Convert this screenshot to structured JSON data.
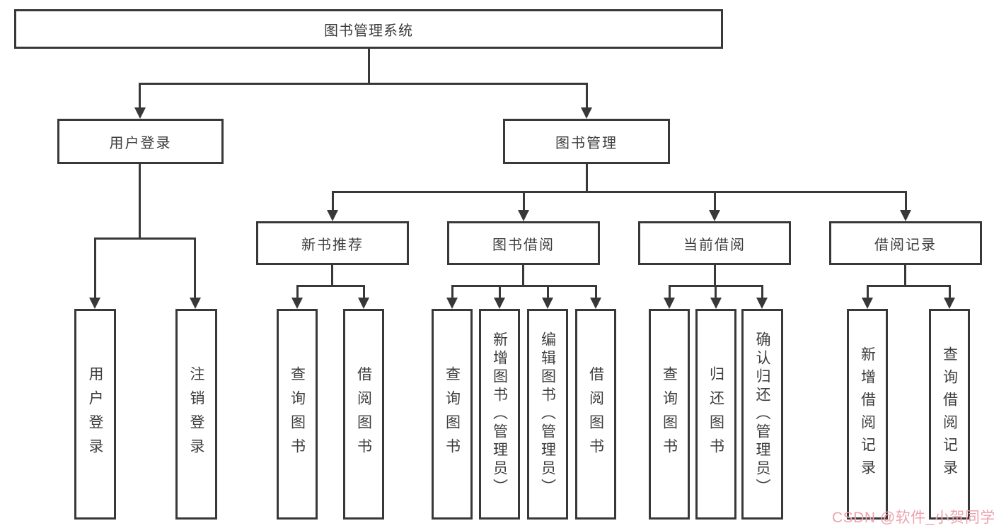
{
  "diagram": {
    "root": {
      "label": "图书管理系统"
    },
    "level2": [
      {
        "label": "用户登录"
      },
      {
        "label": "图书管理"
      }
    ],
    "level3": [
      {
        "label": "新书推荐"
      },
      {
        "label": "图书借阅"
      },
      {
        "label": "当前借阅"
      },
      {
        "label": "借阅记录"
      }
    ],
    "leaves": {
      "user_login": [
        "用户登录",
        "注销登录"
      ],
      "new_book_recommend": [
        "查询图书",
        "借阅图书"
      ],
      "book_borrow": [
        "查询图书",
        "新增图书（管理员）",
        "编辑图书（管理员）",
        "借阅图书"
      ],
      "current_borrow": [
        "查询图书",
        "归还图书",
        "确认归还（管理员）"
      ],
      "borrow_record": [
        "新增借阅记录",
        "查询借阅记录"
      ]
    }
  },
  "watermark": {
    "text": "CSDN @软件_小贺同学",
    "color": "#eda3ad"
  },
  "colors": {
    "line": "#383838",
    "text": "#3d3d3d",
    "background": "#ffffff",
    "box_fill": "#ffffff"
  }
}
